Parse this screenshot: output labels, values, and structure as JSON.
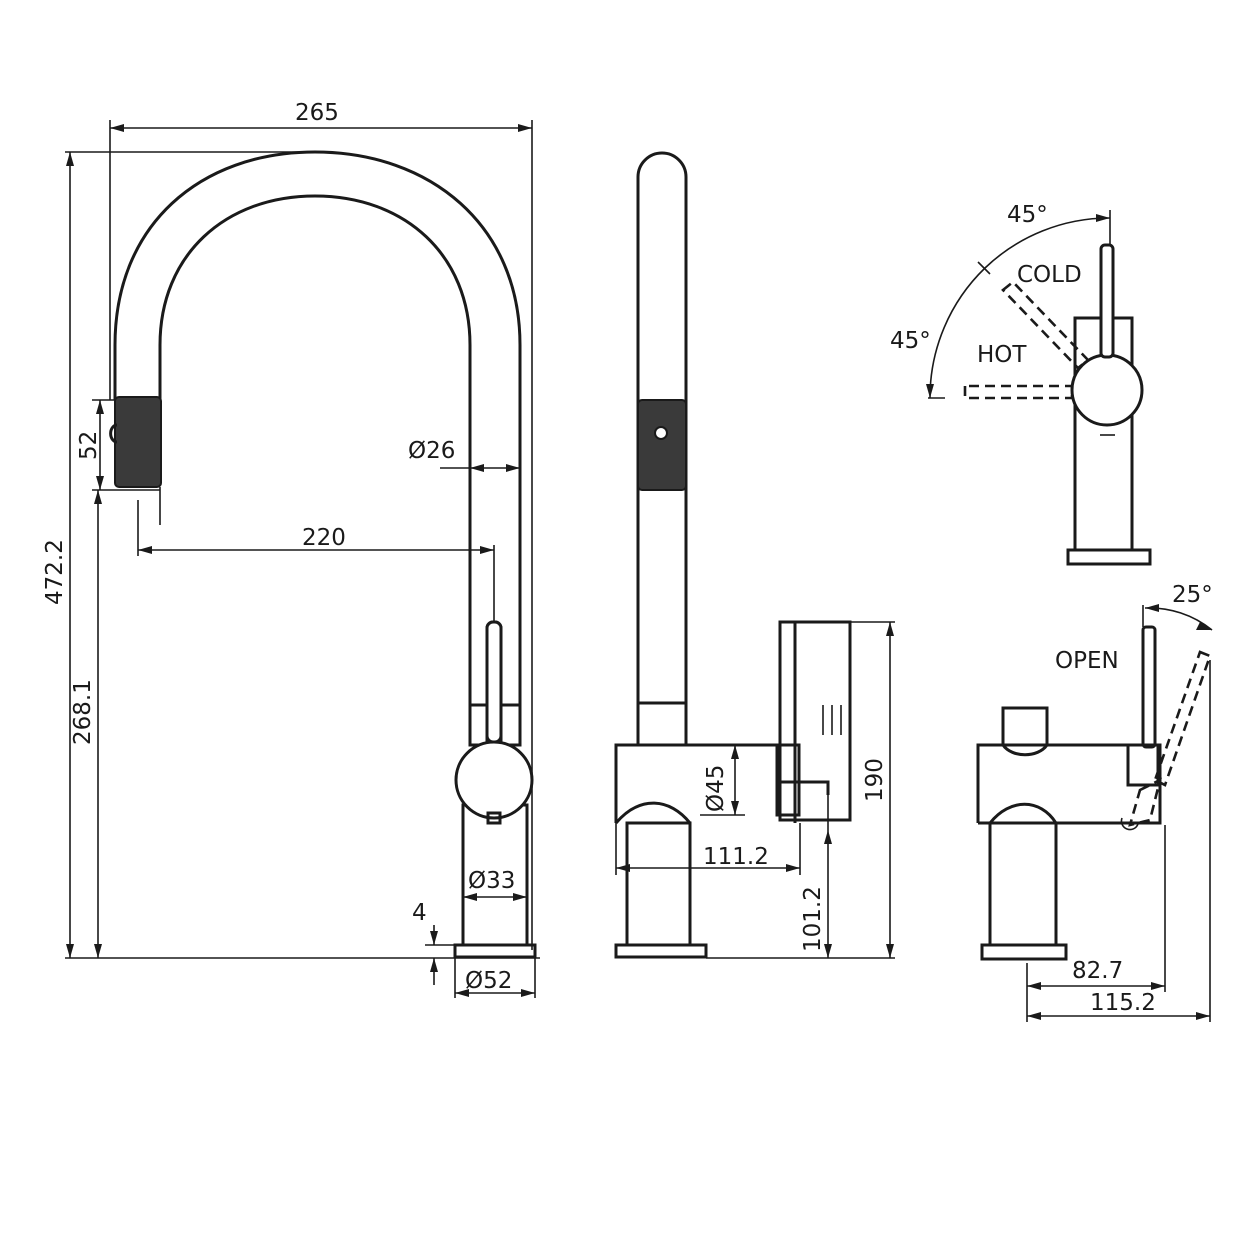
{
  "dimensions": {
    "width_overall": "265",
    "spout_diameter": "Ø26",
    "spout_reach": "220",
    "pullout_head_length": "52",
    "height_overall": "472.2",
    "height_outlet": "268.1",
    "body_diameter": "Ø33",
    "base_thickness": "4",
    "base_diameter": "Ø52",
    "lever_diameter": "Ø45",
    "body_depth": "111.2",
    "lever_height": "101.2",
    "side_height": "190",
    "handle_angle_top": "45°",
    "handle_angle_side": "45°",
    "open_angle": "25°",
    "depth_small": "82.7",
    "depth_large": "115.2"
  },
  "labels": {
    "cold": "COLD",
    "hot": "HOT",
    "open": "OPEN"
  }
}
